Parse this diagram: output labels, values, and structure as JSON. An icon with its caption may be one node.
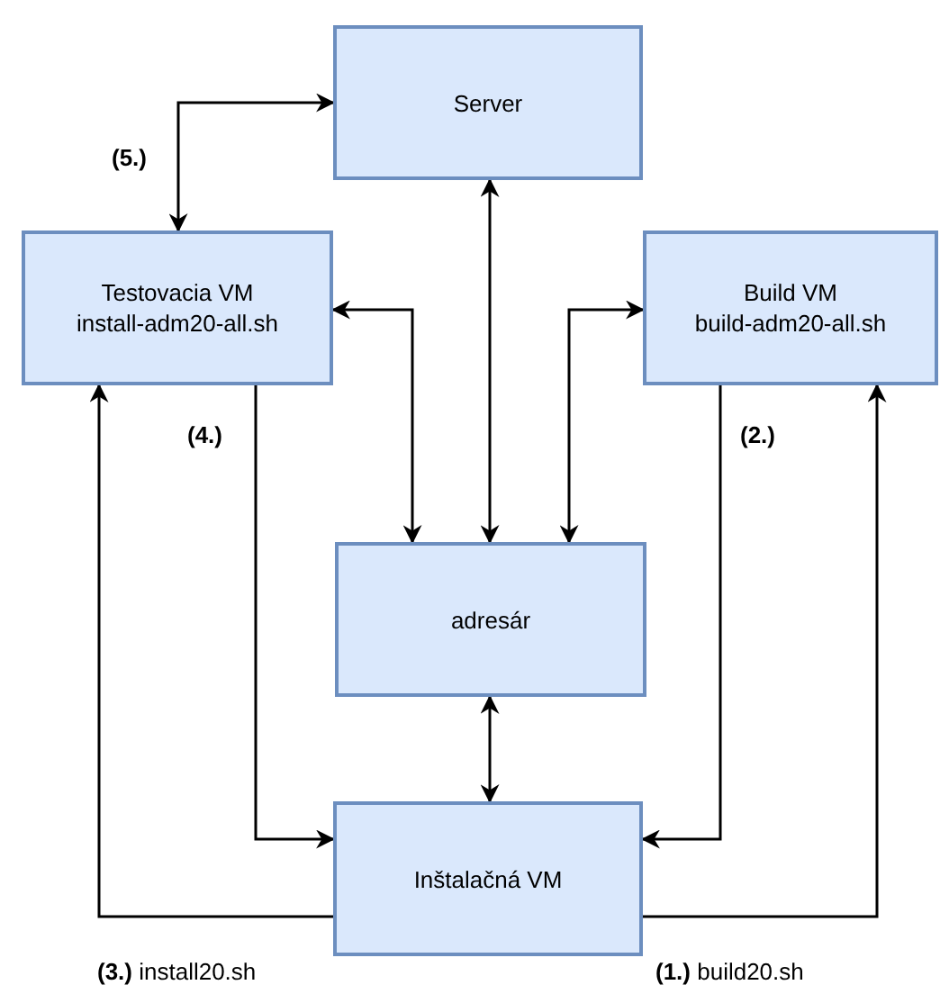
{
  "diagram": {
    "nodes": [
      {
        "text": [
          "Server"
        ]
      },
      {
        "text": [
          "Testovacia VM",
          "install-adm20-all.sh"
        ]
      },
      {
        "text": [
          "Build VM",
          "build-adm20-all.sh"
        ]
      },
      {
        "text": [
          "adresár"
        ]
      },
      {
        "text": [
          "Inštalačná VM"
        ]
      }
    ],
    "edges": [
      {
        "from": 1,
        "to": 0,
        "arrow": "both",
        "label": "**(5.)**"
      },
      {
        "from": 0,
        "to": 3,
        "arrow": "both"
      },
      {
        "from": 1,
        "to": 3,
        "arrow": "both"
      },
      {
        "from": 2,
        "to": 3,
        "arrow": "both"
      },
      {
        "from": 3,
        "to": 4,
        "arrow": "both"
      },
      {
        "from": 1,
        "to": 4,
        "arrow": "to",
        "label": "**(4.)**"
      },
      {
        "from": 2,
        "to": 4,
        "arrow": "to",
        "label": "**(2.)**"
      },
      {
        "from": 4,
        "to": 1,
        "arrow": "to",
        "label": "**(3.)** install20.sh"
      },
      {
        "from": 4,
        "to": 2,
        "arrow": "to",
        "label": "**(1.)** build20.sh"
      }
    ]
  }
}
